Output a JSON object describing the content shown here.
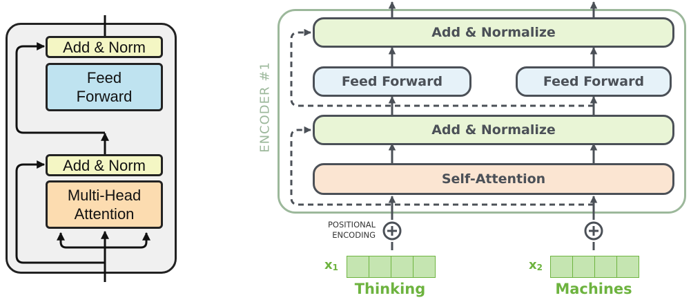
{
  "left_block": {
    "add_norm_top": "Add & Norm",
    "feed_forward_line1": "Feed",
    "feed_forward_line2": "Forward",
    "add_norm_bottom": "Add & Norm",
    "attention_line1": "Multi-Head",
    "attention_line2": "Attention"
  },
  "encoder": {
    "label": "ENCODER #1",
    "add_normalize_top": "Add & Normalize",
    "feed_forward_left": "Feed Forward",
    "feed_forward_right": "Feed Forward",
    "add_normalize_bottom": "Add & Normalize",
    "self_attention": "Self-Attention"
  },
  "positional_encoding": {
    "line1": "POSITIONAL",
    "line2": "ENCODING"
  },
  "inputs": [
    {
      "var": "x",
      "sub": "1",
      "word": "Thinking",
      "cells": 4
    },
    {
      "var": "x",
      "sub": "2",
      "word": "Machines",
      "cells": 4
    }
  ],
  "colors": {
    "left_norm": "#f4f6c4",
    "left_ff": "#bfe3f0",
    "left_attention": "#fcdcb0",
    "encoder_border": "#9cb89b",
    "norm": "#e9f5d6",
    "ff": "#e6f2f9",
    "self_attention": "#fbe5d2",
    "input_green": "#6db33f"
  }
}
